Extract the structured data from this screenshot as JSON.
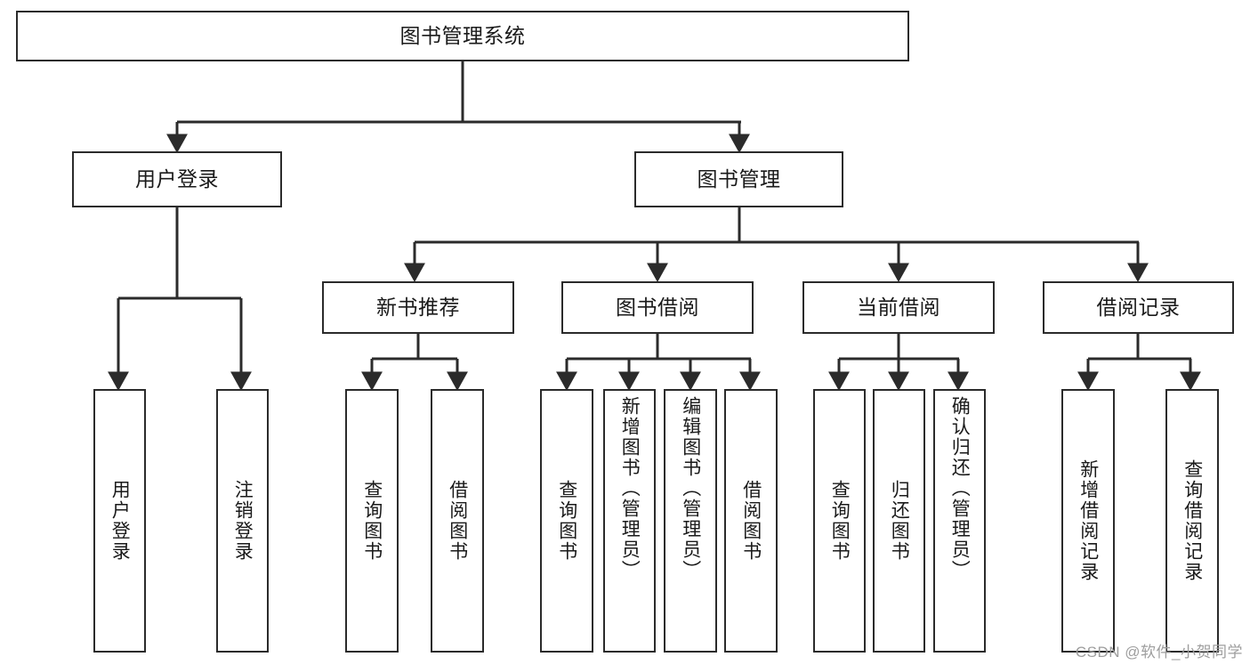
{
  "diagram": {
    "title": "图书管理系统",
    "type": "tree-hierarchy",
    "orientation": "top-down",
    "colors": {
      "box_border": "#2b2b2b",
      "box_fill": "#ffffff",
      "edge": "#2b2b2b",
      "text": "#1a1a1a",
      "watermark": "#9e9e9e"
    },
    "root": {
      "label": "图书管理系统"
    },
    "level2": [
      {
        "label": "用户登录"
      },
      {
        "label": "图书管理"
      }
    ],
    "level3": [
      {
        "label": "新书推荐"
      },
      {
        "label": "图书借阅"
      },
      {
        "label": "当前借阅"
      },
      {
        "label": "借阅记录"
      }
    ],
    "leaves": {
      "user_login": [
        {
          "label": "用户登录"
        },
        {
          "label": "注销登录"
        }
      ],
      "new_book_recommend": [
        {
          "label": "查询图书"
        },
        {
          "label": "借阅图书"
        }
      ],
      "book_borrow": [
        {
          "label": "查询图书"
        },
        {
          "label": "新增图书（管理员）"
        },
        {
          "label": "编辑图书（管理员）"
        },
        {
          "label": "借阅图书"
        }
      ],
      "current_borrow": [
        {
          "label": "查询图书"
        },
        {
          "label": "归还图书"
        },
        {
          "label": "确认归还（管理员）"
        }
      ],
      "borrow_record": [
        {
          "label": "新增借阅记录"
        },
        {
          "label": "查询借阅记录"
        }
      ]
    }
  },
  "watermark": {
    "text": "CSDN @软件_小贺同学"
  }
}
